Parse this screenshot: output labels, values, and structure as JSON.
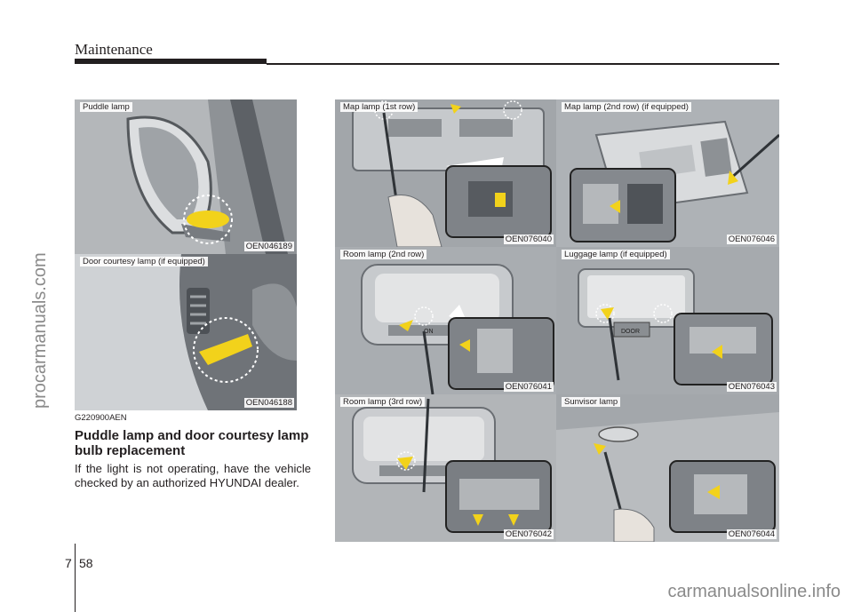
{
  "header": {
    "title": "Maintenance"
  },
  "watermarks": {
    "side": "procarmanuals.com",
    "bottom": "carmanualsonline.info"
  },
  "footer": {
    "chapter": "7",
    "page": "58"
  },
  "figures": [
    {
      "caption": "Puddle lamp",
      "code": "OEN046189"
    },
    {
      "caption": "Door courtesy lamp (if equipped)",
      "code": "OEN046188"
    },
    {
      "caption": "Map lamp (1st row)",
      "code": "OEN076040"
    },
    {
      "caption": "Map lamp (2nd row) (if equipped)",
      "code": "OEN076046"
    },
    {
      "caption": "Room lamp (2nd row)",
      "code": "OEN076041"
    },
    {
      "caption": "Luggage lamp (if equipped)",
      "code": "OEN076043"
    },
    {
      "caption": "Room lamp (3rd row)",
      "code": "OEN076042"
    },
    {
      "caption": "Sunvisor lamp",
      "code": "OEN076044"
    }
  ],
  "section": {
    "id": "G220900AEN",
    "title": "Puddle lamp and door courtesy lamp bulb replacement",
    "body": "If the light is not operating, have the vehicle checked by an authorized HYUNDAI dealer."
  },
  "illustration_labels": {
    "door": "DOOR",
    "on": "ON"
  },
  "colors": {
    "accent_yellow": "#f2d21b",
    "figure_gray": "#9da1a5",
    "text": "#231f20"
  }
}
